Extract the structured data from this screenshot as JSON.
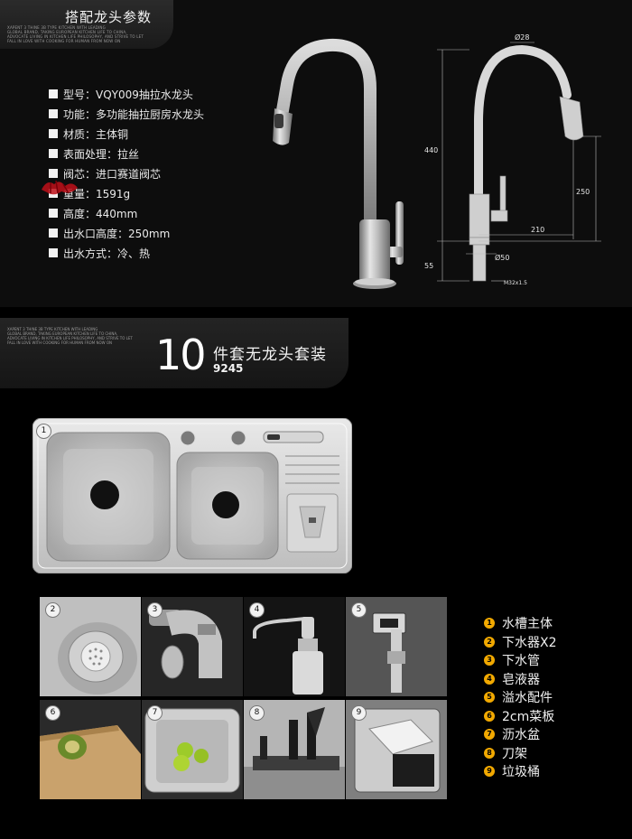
{
  "section1": {
    "title": "搭配龙头参数",
    "tagline": [
      "XAPENT 3 THINE 3B TYPE KITCHEN WITH LEADING",
      "GLOBAL BRAND, TAKING EUROPEAN KITCHEN LIFE TO CHINA,",
      "ADVOCATE LIVING IN KITCHEN LIFE PHILOSOPHY, AND STRIVE TO LET",
      "FALL IN LOVE WITH COOKING FOR HUMAN FROM NOW ON"
    ],
    "specs": [
      "型号：VQY009抽拉水龙头",
      "功能：多功能抽拉厨房水龙头",
      "材质：主体铜",
      "表面处理：拉丝",
      "阀芯：进口赛道阀芯",
      "重量：1591g",
      "高度：440mm",
      "出水口高度：250mm",
      "出水方式：冷、热"
    ],
    "diagram": {
      "d_top": "Ø28",
      "h_total": "440",
      "h_spout": "250",
      "reach": "210",
      "base_d": "Ø50",
      "base_h": "55",
      "thread": "M32x1.5"
    }
  },
  "section2": {
    "big_number": "10",
    "title": "件套无龙头套装",
    "model": "9245",
    "tagline": [
      "XAPENT 3 THINE 3B TYPE KITCHEN WITH LEADING",
      "GLOBAL BRAND, TAKING EUROPEAN KITCHEN LIFE TO CHINA,",
      "ADVOCATE LIVING IN KITCHEN LIFE PHILOSOPHY, AND STRIVE TO LET",
      "FALL IN LOVE WITH COOKING FOR HUMAN FROM NOW ON"
    ],
    "sink_badge": "1",
    "thumb_badges": [
      "2",
      "3",
      "4",
      "5",
      "6",
      "7",
      "8",
      "9"
    ],
    "parts": [
      {
        "num": "1",
        "label": "水槽主体"
      },
      {
        "num": "2",
        "label": "下水器X2"
      },
      {
        "num": "3",
        "label": "下水管"
      },
      {
        "num": "4",
        "label": "皂液器"
      },
      {
        "num": "5",
        "label": "溢水配件"
      },
      {
        "num": "6",
        "label": "2cm菜板"
      },
      {
        "num": "7",
        "label": "沥水盆"
      },
      {
        "num": "8",
        "label": "刀架"
      },
      {
        "num": "9",
        "label": "垃圾桶"
      }
    ]
  }
}
